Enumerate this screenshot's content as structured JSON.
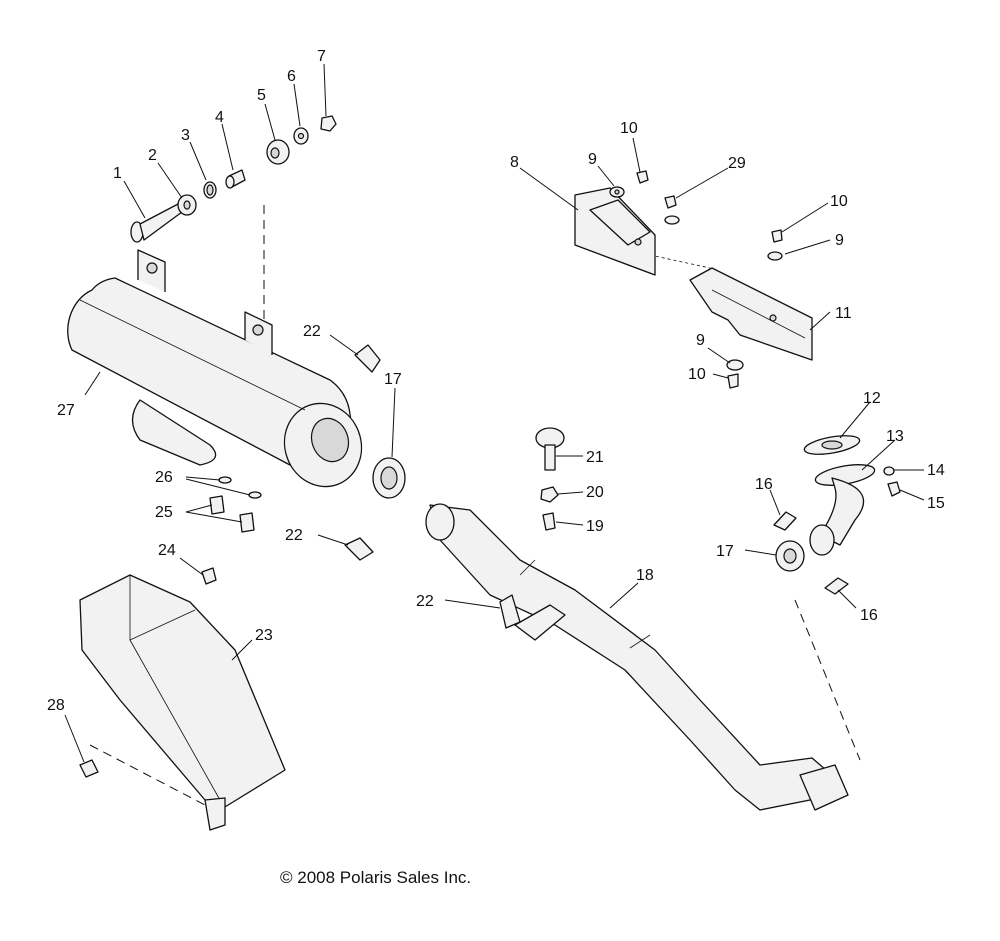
{
  "diagram": {
    "callouts": [
      "1",
      "2",
      "3",
      "4",
      "5",
      "6",
      "7",
      "8",
      "9",
      "10",
      "29",
      "10",
      "9",
      "11",
      "9",
      "10",
      "12",
      "13",
      "14",
      "15",
      "16",
      "17",
      "16",
      "21",
      "20",
      "19",
      "18",
      "22",
      "22",
      "22",
      "17",
      "26",
      "25",
      "24",
      "23",
      "27",
      "28"
    ],
    "copyright": "© 2008 Polaris Sales Inc."
  }
}
